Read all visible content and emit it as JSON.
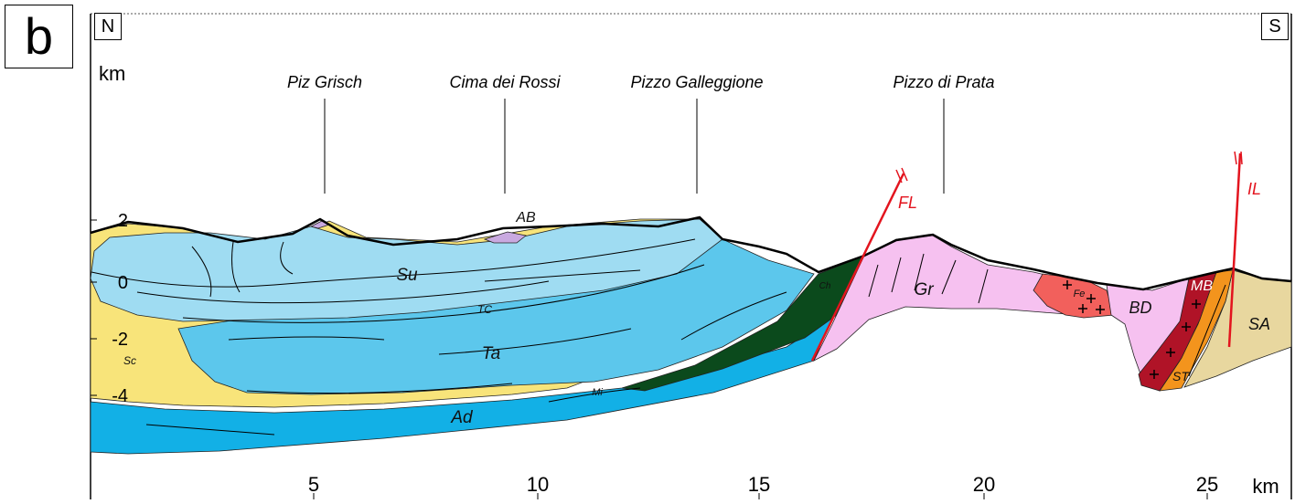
{
  "panel_label": "b",
  "orientation": {
    "left": "N",
    "right": "S"
  },
  "axes": {
    "vertical_unit": "km",
    "vertical_ticks": [
      "2",
      "0",
      "-2",
      "-4"
    ],
    "horizontal_unit": "km",
    "horizontal_ticks": [
      "5",
      "10",
      "15",
      "20",
      "25"
    ]
  },
  "peaks": [
    "Piz Grisch",
    "Cima dei Rossi",
    "Pizzo Galleggione",
    "Pizzo di Prata"
  ],
  "faults": [
    "FL",
    "IL"
  ],
  "units": {
    "Su": "Su",
    "Ta": "Ta",
    "Ad": "Ad",
    "Sc": "Sc",
    "TC": "TC",
    "Mi": "Mi",
    "AB": "AB",
    "Ch": "Ch",
    "Gr": "Gr",
    "Fe": "Fe",
    "BD": "BD",
    "MB": "MB",
    "ST": "ST",
    "SA": "SA"
  },
  "colors": {
    "yellow": "#f8e47a",
    "light_blue": "#9fdcf2",
    "mid_blue": "#5cc7ec",
    "deep_blue": "#12b0e6",
    "dark_green": "#0b4a1c",
    "pink": "#f6c1f0",
    "salmon": "#f2605c",
    "dark_red": "#b01327",
    "orange": "#f3941d",
    "tan": "#e8d79f",
    "lavender": "#c9a9e0",
    "fault_red": "#e3141e"
  }
}
